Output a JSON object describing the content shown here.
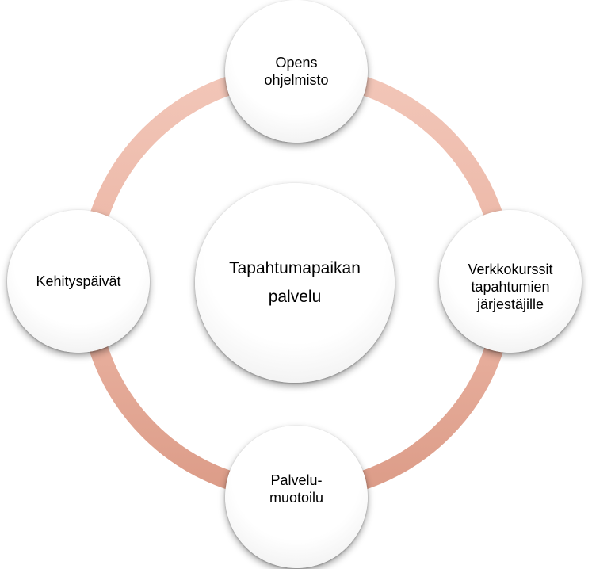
{
  "diagram": {
    "center": {
      "label": "Tapahtumapaikan\npalvelu"
    },
    "nodes": {
      "top": {
        "label": "Opens\nohjelmisto"
      },
      "right": {
        "label": "Verkkokurssit\ntapahtumien\njärjestäjille"
      },
      "bottom": {
        "label": "Palvelu-\nmuotoilu"
      },
      "left": {
        "label": "Kehityspäivät"
      }
    },
    "colors": {
      "ring": "#eab5a4",
      "ring_dark": "#dc9a86",
      "ring_light": "#f4cbbd",
      "node_fill": "#ffffff",
      "text": "#000000"
    }
  }
}
